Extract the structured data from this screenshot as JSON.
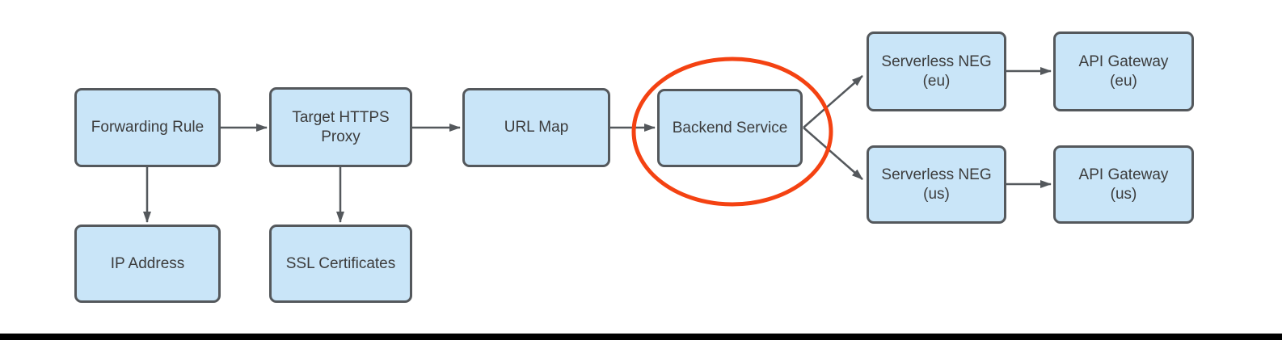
{
  "colors": {
    "node_fill": "#C9E5F8",
    "node_border": "#54585C",
    "connector": "#54585C",
    "text": "#3C3C3C",
    "highlight": "#F44212",
    "bottom_bar": "#000000",
    "background": "#FFFFFF"
  },
  "diagram": {
    "type": "flowchart",
    "nodes": {
      "forwarding_rule": {
        "label": "Forwarding Rule",
        "lines": [
          "Forwarding Rule"
        ]
      },
      "target_https_proxy": {
        "label": "Target HTTPS Proxy",
        "lines": [
          "Target HTTPS",
          "Proxy"
        ]
      },
      "url_map": {
        "label": "URL Map",
        "lines": [
          "URL Map"
        ]
      },
      "backend_service": {
        "label": "Backend Service",
        "lines": [
          "Backend Service"
        ]
      },
      "serverless_neg_eu": {
        "label": "Serverless NEG (eu)",
        "lines": [
          "Serverless NEG",
          "(eu)"
        ]
      },
      "api_gateway_eu": {
        "label": "API Gateway (eu)",
        "lines": [
          "API Gateway",
          "(eu)"
        ]
      },
      "serverless_neg_us": {
        "label": "Serverless NEG (us)",
        "lines": [
          "Serverless NEG",
          "(us)"
        ]
      },
      "api_gateway_us": {
        "label": "API Gateway (us)",
        "lines": [
          "API Gateway",
          "(us)"
        ]
      },
      "ip_address": {
        "label": "IP Address",
        "lines": [
          "IP Address"
        ]
      },
      "ssl_certificates": {
        "label": "SSL Certificates",
        "lines": [
          "SSL Certificates"
        ]
      }
    },
    "edges": [
      {
        "from": "forwarding_rule",
        "to": "target_https_proxy"
      },
      {
        "from": "forwarding_rule",
        "to": "ip_address"
      },
      {
        "from": "target_https_proxy",
        "to": "url_map"
      },
      {
        "from": "target_https_proxy",
        "to": "ssl_certificates"
      },
      {
        "from": "url_map",
        "to": "backend_service"
      },
      {
        "from": "backend_service",
        "to": "serverless_neg_eu"
      },
      {
        "from": "backend_service",
        "to": "serverless_neg_us"
      },
      {
        "from": "serverless_neg_eu",
        "to": "api_gateway_eu"
      },
      {
        "from": "serverless_neg_us",
        "to": "api_gateway_us"
      }
    ],
    "highlight": {
      "shape": "ellipse",
      "around": "backend_service",
      "color": "#F44212"
    }
  }
}
